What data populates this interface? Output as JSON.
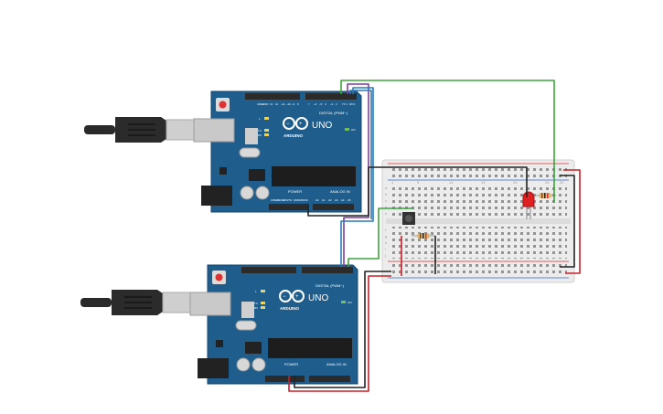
{
  "board_top": {
    "model": "UNO",
    "brand": "ARDUINO",
    "digital_label": "DIGITAL (PWM~)",
    "analog_label": "ANALOG IN",
    "power_label": "POWER",
    "led_l": "L",
    "led_tx": "TX",
    "led_rx": "RX",
    "on_label": "ON",
    "aref": "AREF",
    "gnd": "GND",
    "pin_13": "13",
    "pin_12": "12",
    "pin_11": "~11",
    "pin_10": "~10",
    "pin_9": "~9",
    "pin_8": "8",
    "pin_7": "7",
    "pin_6": "~6",
    "pin_5": "~5",
    "pin_4": "4",
    "pin_3": "~3",
    "pin_2": "2",
    "pin_1": "TX 1",
    "pin_0": "RX 0",
    "p_ioref": "IOREF",
    "p_reset": "RESET",
    "p_33v": "3.3V",
    "p_5v": "5V",
    "p_gnd1": "GND",
    "p_gnd2": "GND",
    "p_vin": "Vin",
    "a0": "A0",
    "a1": "A1",
    "a2": "A2",
    "a3": "A3",
    "a4": "A4",
    "a5": "A5"
  },
  "board_bottom": {
    "model": "UNO",
    "brand": "ARDUINO",
    "digital_label": "DIGITAL (PWM~)",
    "analog_label": "ANALOG IN",
    "power_label": "POWER",
    "led_l": "L",
    "led_tx": "TX",
    "led_rx": "RX",
    "on_label": "ON"
  },
  "breadboard": {
    "rows_top": [
      "a",
      "b",
      "c",
      "d",
      "e"
    ],
    "rows_bottom": [
      "f",
      "g",
      "h",
      "i",
      "j"
    ],
    "col_marks": [
      "1",
      "5",
      "10",
      "15",
      "20",
      "25",
      "30"
    ]
  },
  "colors": {
    "board_blue": "#1f5e8c",
    "board_edge": "#15476c",
    "header": "#2b2b2b",
    "chip": "#1d1d1d",
    "wire_green": "#3aa63a",
    "wire_purple": "#7b3fa0",
    "wire_blue": "#2a7ab8",
    "wire_black": "#222222",
    "wire_red": "#c8202a",
    "breadboard": "#e9e9e9",
    "rail_red": "#d33",
    "rail_blue": "#36c",
    "led_red": "#e02020",
    "resistor": "#d8b97a",
    "usb": "#2a2a2a"
  }
}
